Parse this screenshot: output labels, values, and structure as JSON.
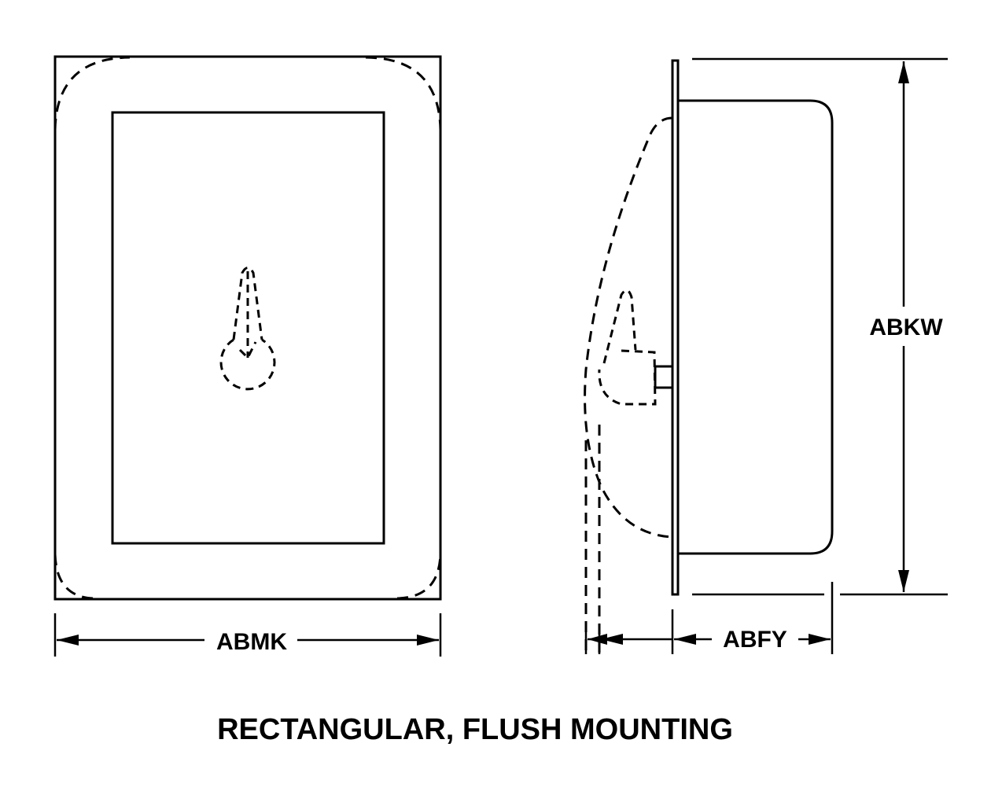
{
  "diagram": {
    "title": "RECTANGULAR, FLUSH MOUNTING",
    "front_view": {
      "dimension_width_label": "ABMK"
    },
    "side_view": {
      "dimension_height_label": "ABKW",
      "dimension_depth_label": "ABFY"
    },
    "colors": {
      "line": "#000000",
      "background": "#ffffff"
    }
  }
}
